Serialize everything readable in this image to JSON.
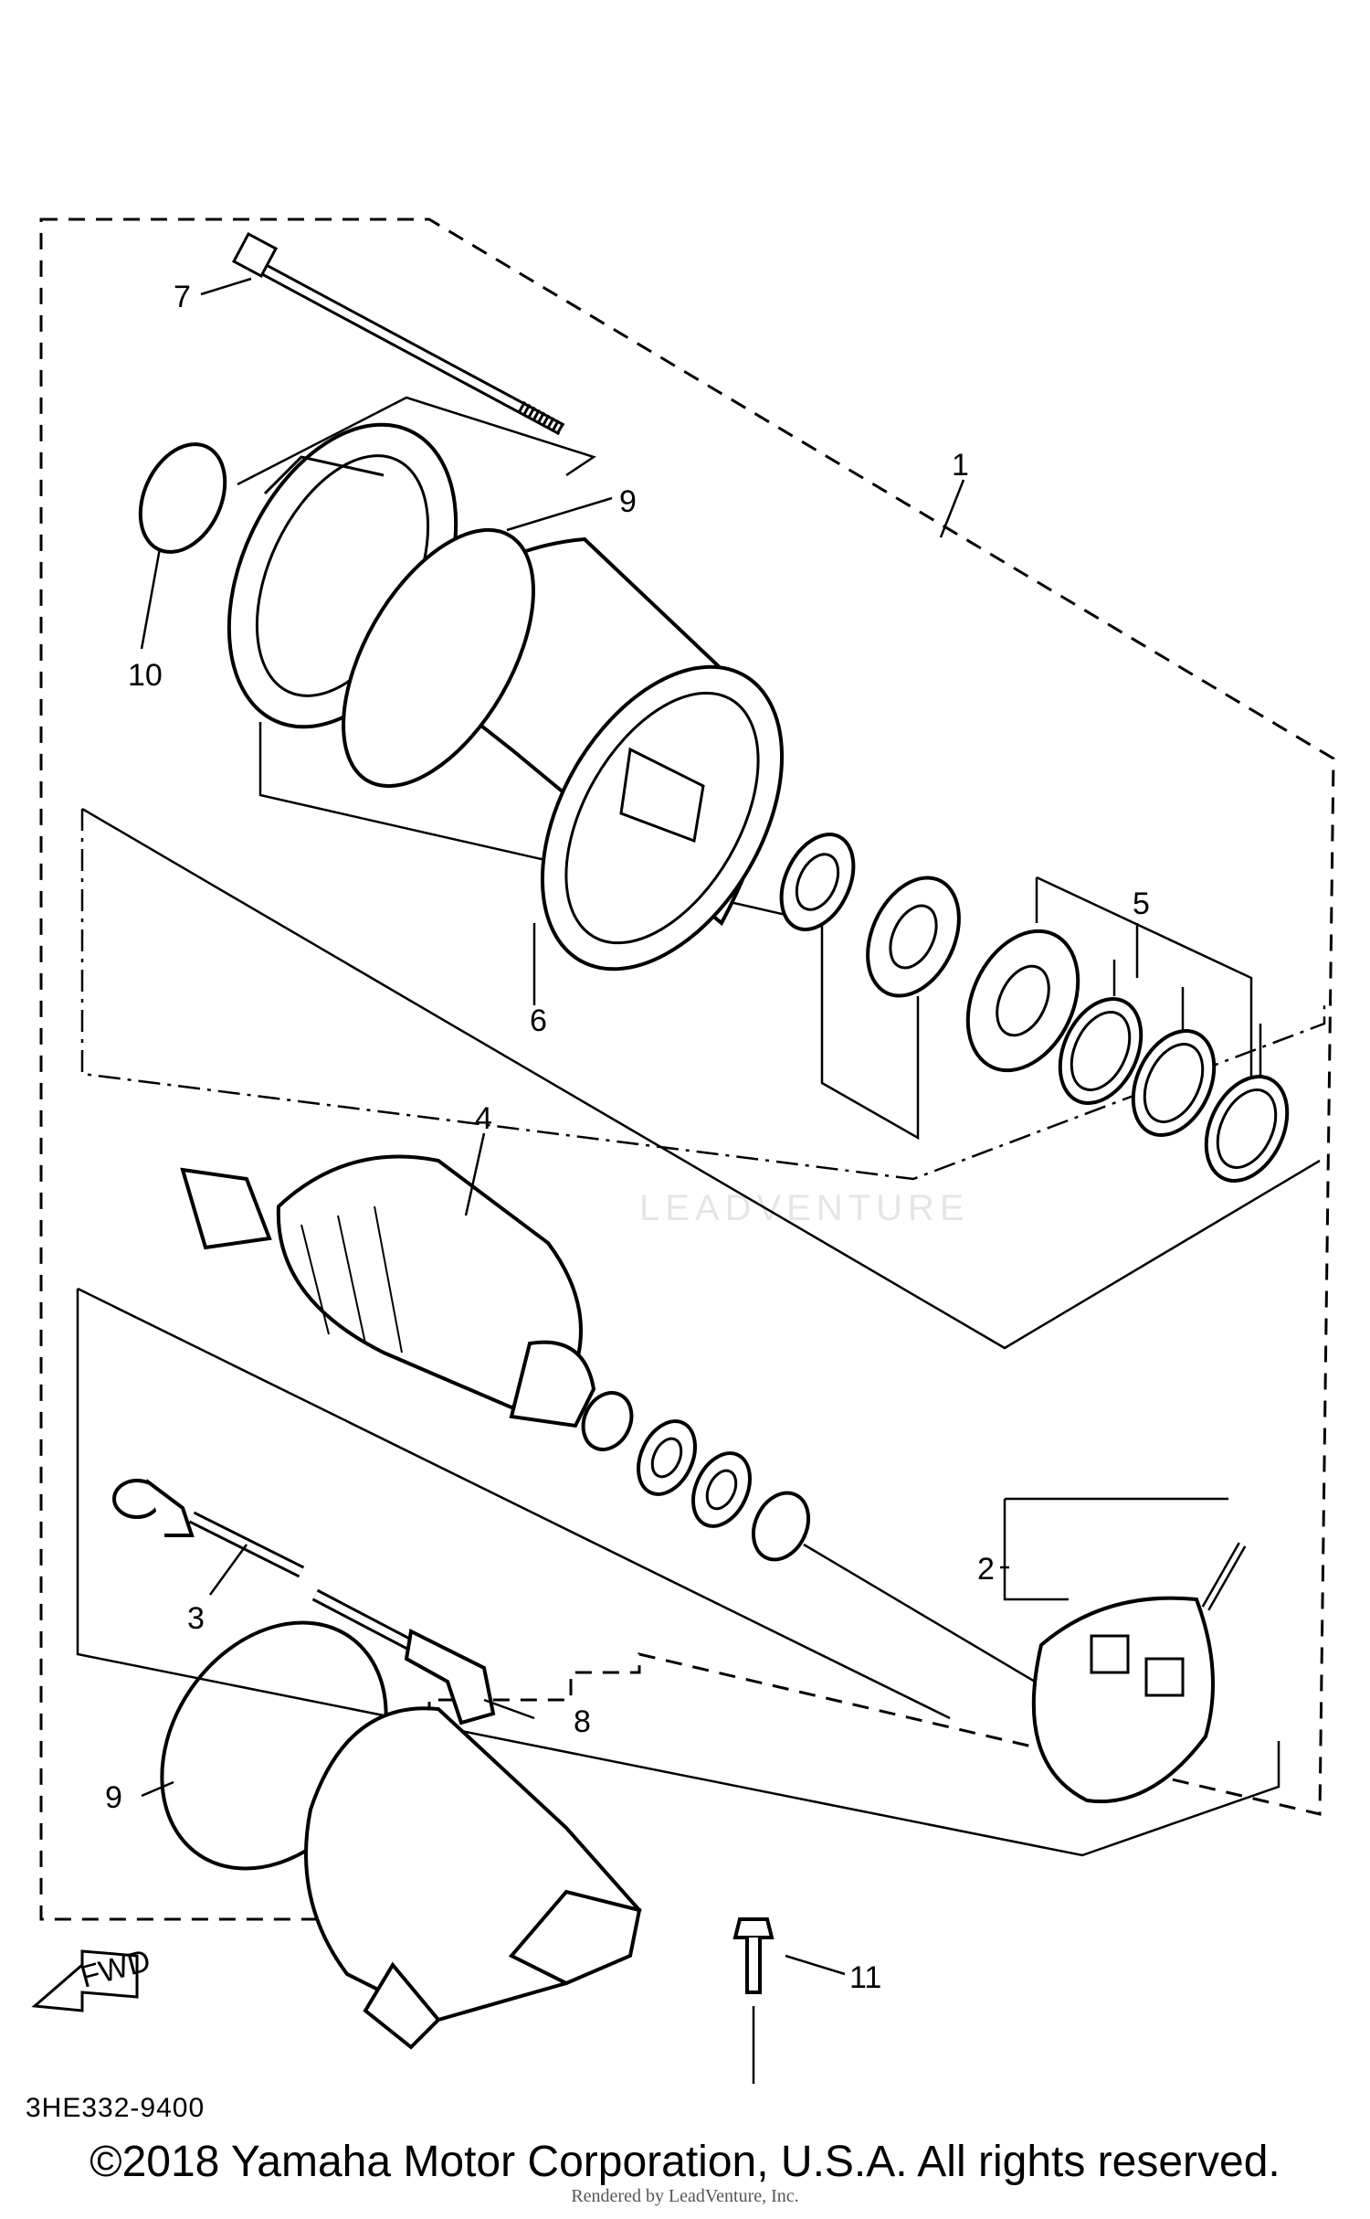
{
  "diagram": {
    "callouts": [
      {
        "id": "1",
        "text": "1"
      },
      {
        "id": "2",
        "text": "2"
      },
      {
        "id": "3",
        "text": "3"
      },
      {
        "id": "4",
        "text": "4"
      },
      {
        "id": "5",
        "text": "5"
      },
      {
        "id": "6",
        "text": "6"
      },
      {
        "id": "7",
        "text": "7"
      },
      {
        "id": "8",
        "text": "8"
      },
      {
        "id": "9a",
        "text": "9"
      },
      {
        "id": "9b",
        "text": "9"
      },
      {
        "id": "10",
        "text": "10"
      },
      {
        "id": "11",
        "text": "11"
      }
    ],
    "fwd_label": "FWD"
  },
  "footer": {
    "part_code": "3HE332-9400",
    "copyright": "©2018 Yamaha Motor Corporation, U.S.A. All rights reserved.",
    "rendered_by": "Rendered by LeadVenture, Inc."
  },
  "watermark": {
    "text": "LEADVENTURE"
  }
}
